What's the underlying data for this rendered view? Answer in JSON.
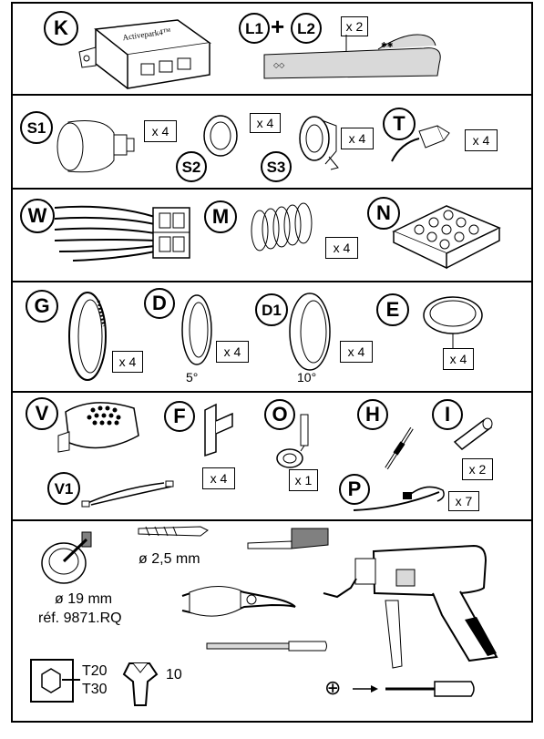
{
  "sections": [
    {
      "items": [
        {
          "key": "K",
          "label": "K",
          "brand_text": "Activepark4™"
        },
        {
          "key": "L",
          "label_1": "L1",
          "plus": "+",
          "label_2": "L2",
          "qty": "x 2"
        }
      ]
    },
    {
      "items": [
        {
          "key": "S1",
          "label": "S1",
          "qty": "x 4"
        },
        {
          "key": "S2",
          "label": "S2",
          "qty": "x 4"
        },
        {
          "key": "S3",
          "label": "S3",
          "qty": "x 4"
        },
        {
          "key": "T",
          "label": "T",
          "qty": "x 4"
        }
      ]
    },
    {
      "items": [
        {
          "key": "W",
          "label": "W"
        },
        {
          "key": "M",
          "label": "M",
          "qty": "x 4"
        },
        {
          "key": "N",
          "label": "N"
        }
      ]
    },
    {
      "items": [
        {
          "key": "G",
          "label": "G",
          "qty": "x 4"
        },
        {
          "key": "D",
          "label": "D",
          "qty": "x 4",
          "angle": "5°"
        },
        {
          "key": "D1",
          "label": "D1",
          "qty": "x 4",
          "angle": "10°"
        },
        {
          "key": "E",
          "label": "E",
          "qty": "x 4"
        }
      ]
    },
    {
      "items": [
        {
          "key": "V",
          "label": "V"
        },
        {
          "key": "V1",
          "label": "V1"
        },
        {
          "key": "F",
          "label": "F",
          "qty": "x 4"
        },
        {
          "key": "O",
          "label": "O",
          "qty": "x 1"
        },
        {
          "key": "H",
          "label": "H"
        },
        {
          "key": "I",
          "label": "I",
          "qty": "x 2"
        },
        {
          "key": "P",
          "label": "P",
          "qty": "x 7"
        }
      ]
    }
  ],
  "tools": {
    "drill_bit_size": "ø 2,5 mm",
    "hole_saw_size": "ø 19 mm",
    "hole_saw_ref": "réf. 9871.RQ",
    "torx_1": "T20",
    "torx_2": "T30",
    "wrench_size": "10",
    "phillips_symbol": "⊕"
  },
  "colors": {
    "line": "#000000",
    "bg": "#ffffff",
    "fill_gray": "#d9d9d9",
    "dark_gray": "#808080"
  }
}
